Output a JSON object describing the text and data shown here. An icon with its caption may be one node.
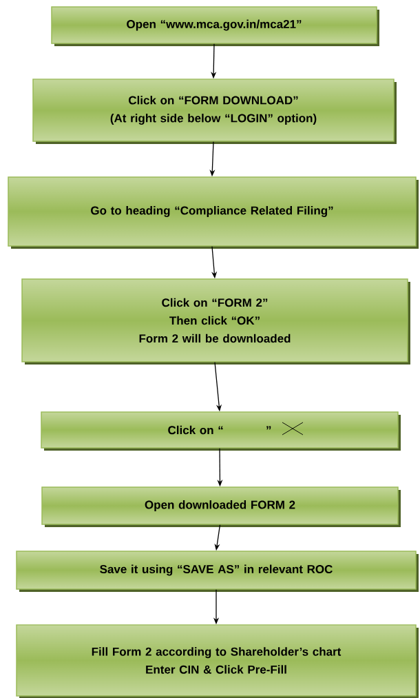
{
  "diagram": {
    "nodes": [
      {
        "text": [
          "Open “www.mca.gov.in/mca21”"
        ]
      },
      {
        "text": [
          "Click on “FORM DOWNLOAD”",
          "(At right side below “LOGIN” option)"
        ]
      },
      {
        "text": [
          "Go to heading “Compliance Related Filing”"
        ]
      },
      {
        "text": [
          "Click on “FORM 2”",
          "Then click “OK”",
          "Form 2 will be downloaded"
        ]
      },
      {
        "text": [
          "Click on “",
          "”"
        ]
      },
      {
        "text": [
          "Open downloaded FORM 2"
        ]
      },
      {
        "text": [
          "Save it using “SAVE AS” in relevant ROC"
        ]
      },
      {
        "text": [
          "Fill Form 2 according to Shareholder’s chart",
          "Enter CIN & Click Pre-Fill"
        ]
      }
    ],
    "edges": [
      {
        "from": 0,
        "to": 1,
        "arrow": "to"
      },
      {
        "from": 1,
        "to": 2,
        "arrow": "to"
      },
      {
        "from": 2,
        "to": 3,
        "arrow": "to"
      },
      {
        "from": 3,
        "to": 4,
        "arrow": "to"
      },
      {
        "from": 4,
        "to": 5,
        "arrow": "to"
      },
      {
        "from": 5,
        "to": 6,
        "arrow": "to"
      },
      {
        "from": 6,
        "to": 7,
        "arrow": "to"
      }
    ]
  }
}
